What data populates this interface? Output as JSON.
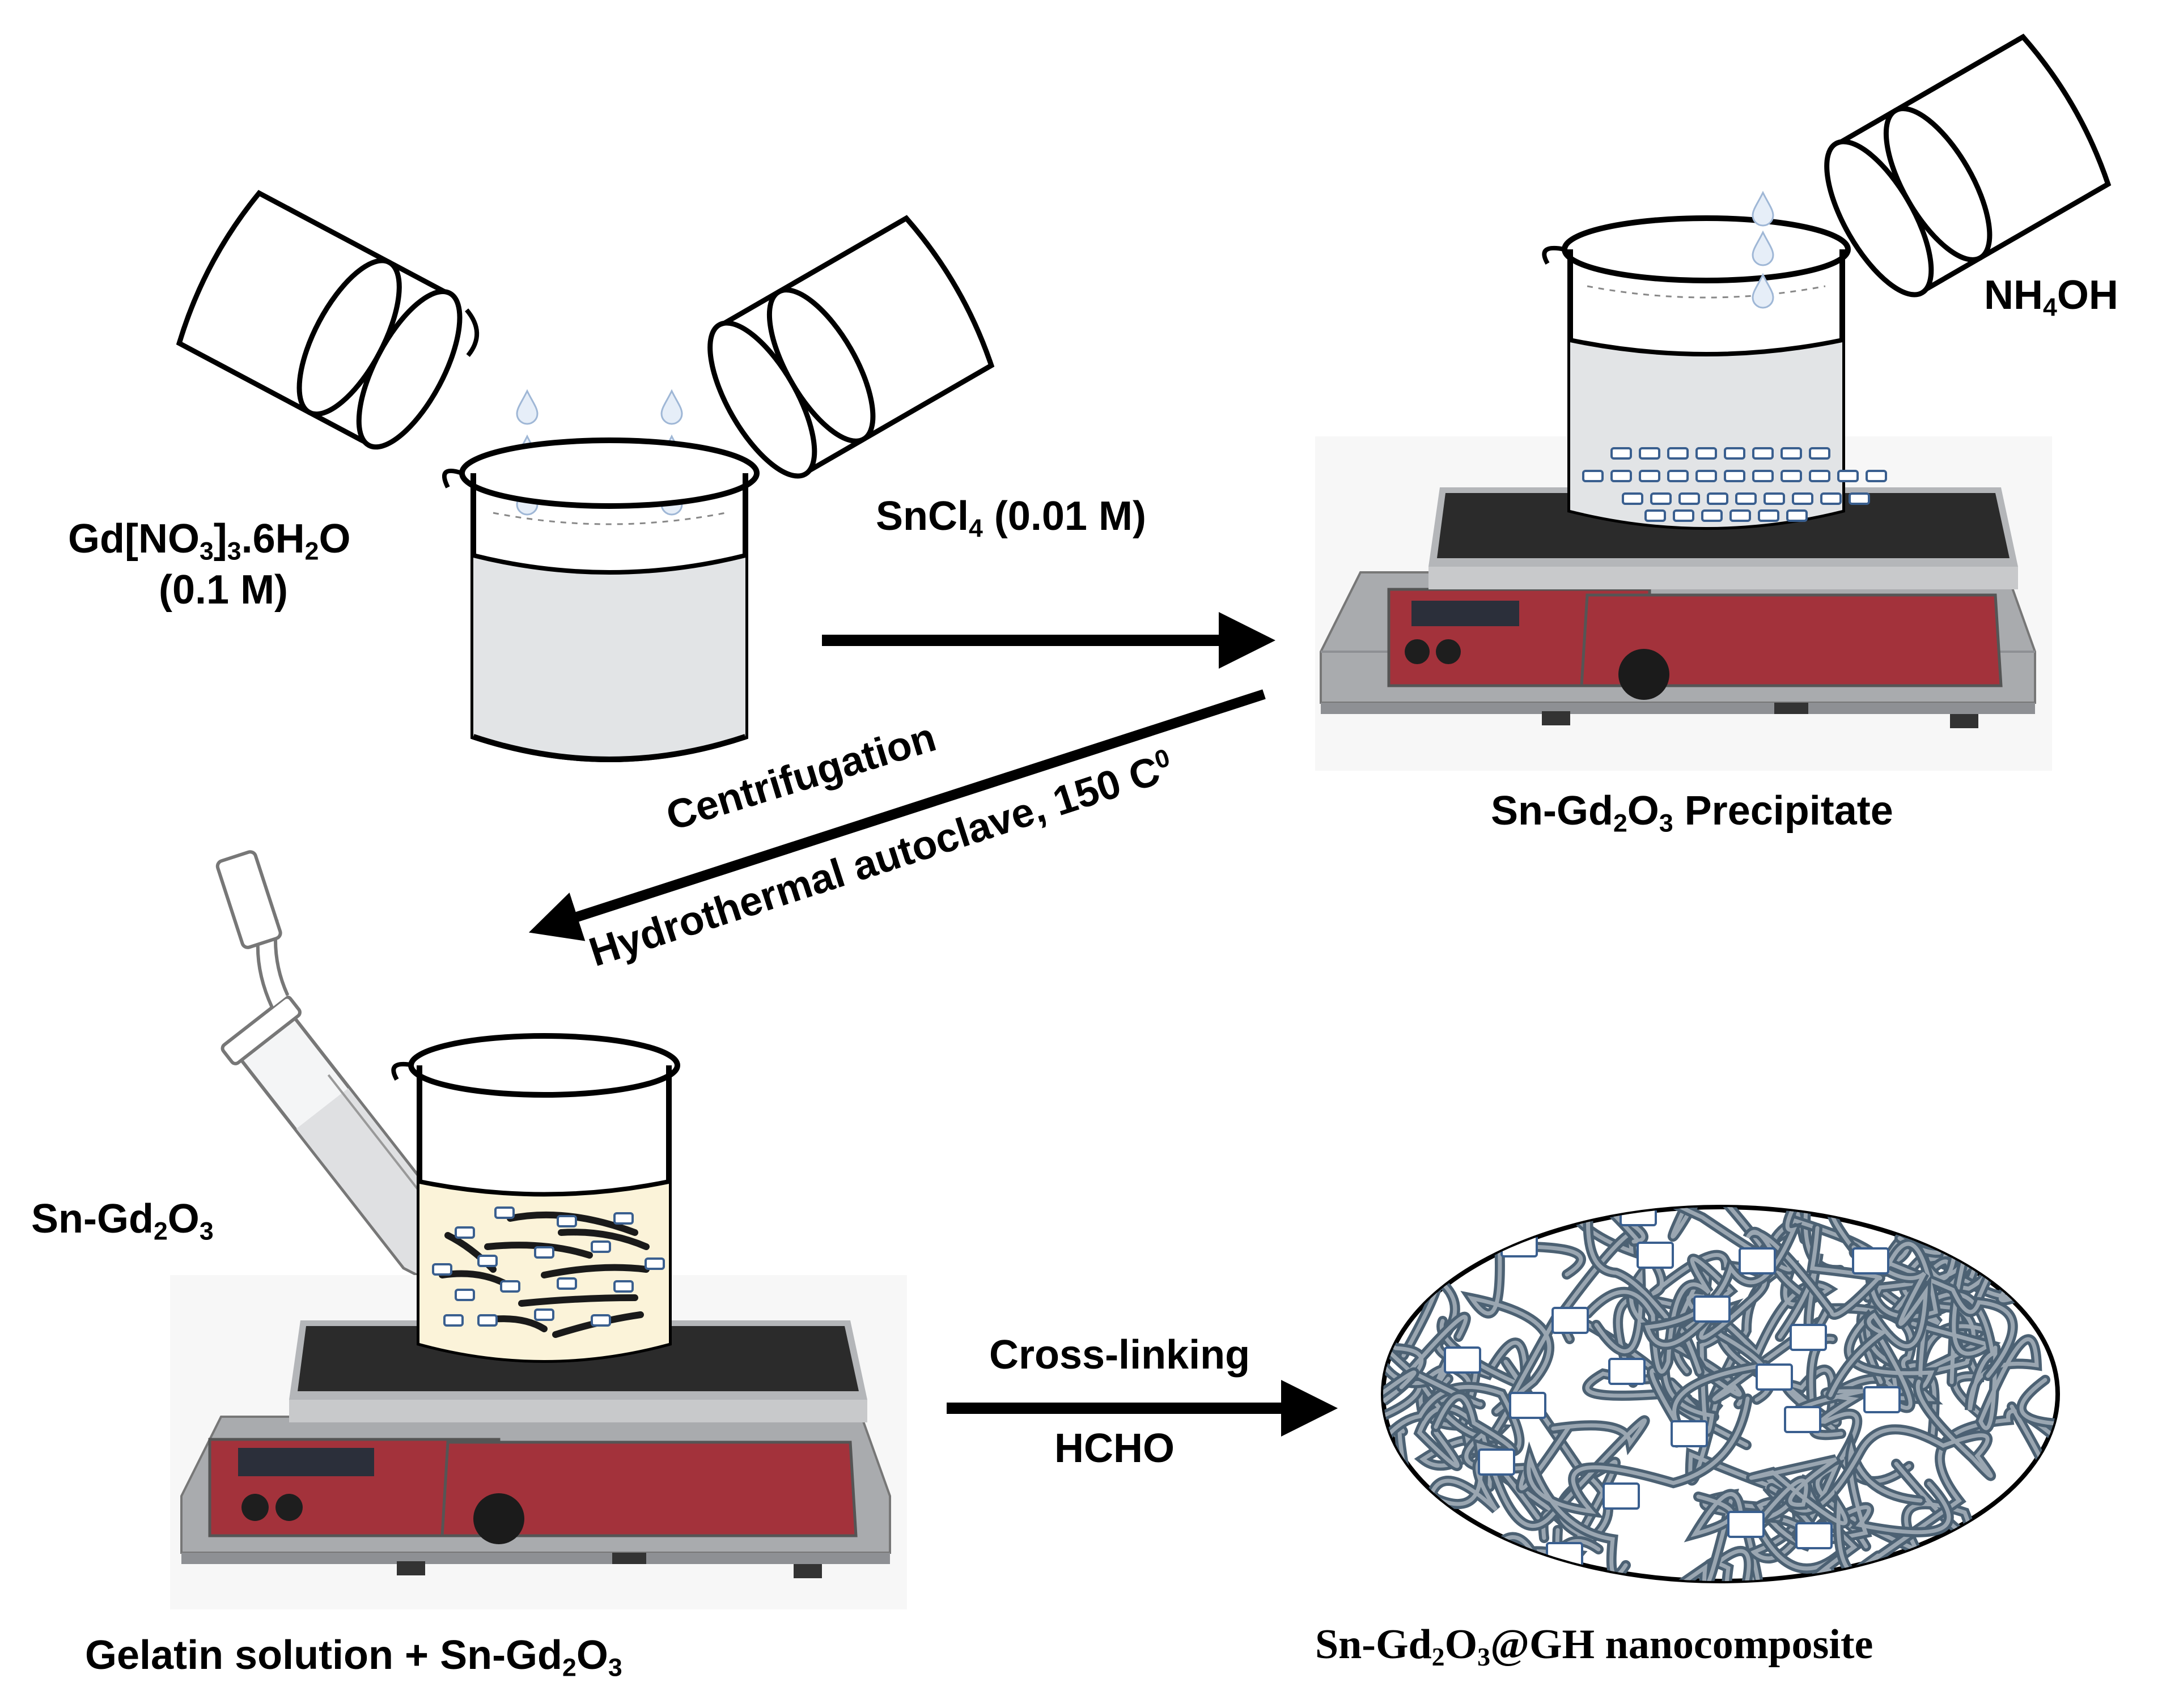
{
  "labels": {
    "gd_nitrate": {
      "pre": "Gd[NO",
      "s1": "3",
      "mid": "]",
      "s2": "3",
      "post": ".6H",
      "s3": "2",
      "end": "O"
    },
    "gd_conc": "(0.1 M)",
    "sncl": {
      "pre": "SnCl",
      "s1": "4",
      "post": " (0.01 M)"
    },
    "nh4oh": {
      "pre": "NH",
      "s1": "4",
      "post": "OH"
    },
    "precipitate": {
      "pre": "Sn-Gd",
      "s1": "2",
      "mid": "O",
      "s2": "3",
      "post": " Precipitate"
    },
    "centrifugation": "Centrifugation",
    "hydrothermal": {
      "pre": "Hydrothermal autoclave, 150 C",
      "sup": "0"
    },
    "sn_gd2o3": {
      "pre": "Sn-Gd",
      "s1": "2",
      "mid": "O",
      "s2": "3"
    },
    "gelatin": {
      "pre": "Gelatin solution + Sn-Gd",
      "s1": "2",
      "mid": "O",
      "s2": "3"
    },
    "crosslinking": "Cross-linking",
    "hcho": "HCHO",
    "composite": {
      "pre": "Sn-Gd",
      "s1": "2",
      "mid": "O",
      "s2": "3",
      "post": "@GH nanocomposite"
    }
  },
  "colors": {
    "hotplate_body": "#a9abae",
    "hotplate_panel": "#a3323b",
    "hotplate_top": "#2b2b2b",
    "particle": "#3a5f8f",
    "gelatin_liquid": "#fbf3d9",
    "liquid": "#e2e4e6",
    "network_strand": "#4c6173"
  }
}
